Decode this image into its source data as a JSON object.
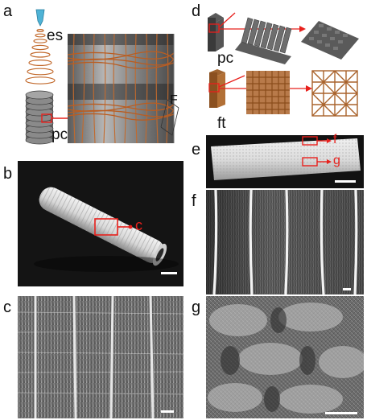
{
  "panels": {
    "a": {
      "letter": "a",
      "es": "es",
      "pc": "pc",
      "F": "F"
    },
    "b": {
      "letter": "b",
      "c": "c"
    },
    "c": {
      "letter": "c"
    },
    "d": {
      "letter": "d",
      "pc": "pc",
      "ft": "ft"
    },
    "e": {
      "letter": "e",
      "f": "f",
      "g": "g"
    },
    "f": {
      "letter": "f"
    },
    "g": {
      "letter": "g"
    }
  },
  "colors": {
    "red": "#e8201c",
    "copper": "#c26a2d",
    "darkbg": "#1a1a1a"
  }
}
